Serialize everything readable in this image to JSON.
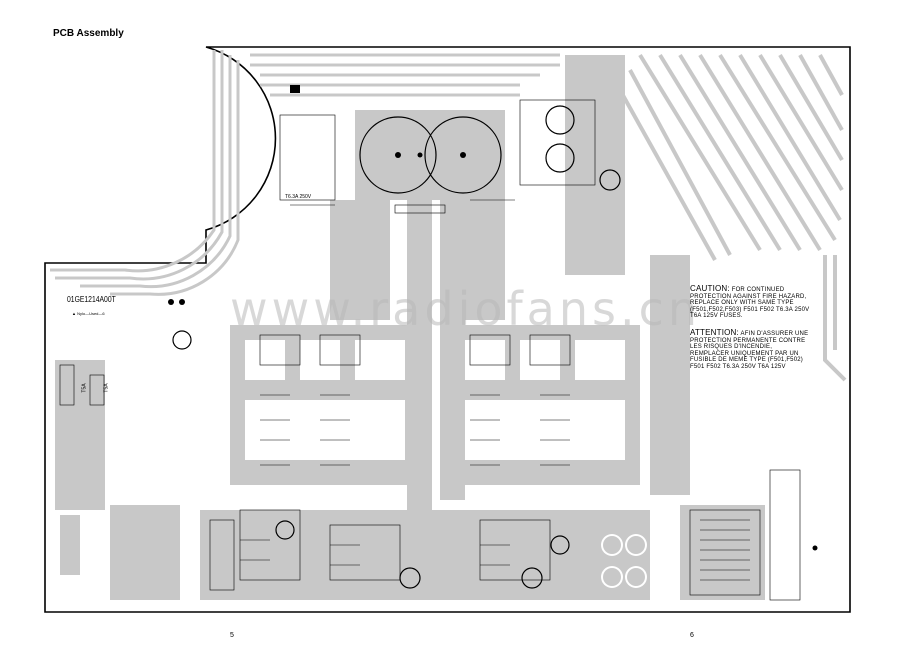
{
  "page": {
    "title": "PCB Assembly",
    "page_left": "5",
    "page_right": "6"
  },
  "board": {
    "part_code": "01GE1214A00T",
    "sub_label": "▲ Nylo—Used—6",
    "watermark": "www.radiofans.cn",
    "caution_heading": "CAUTION:",
    "caution_body": "FOR CONTINUED PROTECTION AGAINST FIRE HAZARD, REPLACE ONLY WITH SAME TYPE (F501,F502,F503) F501 F502 T6.3A 250V T6A 125V FUSES.",
    "attention_heading": "ATTENTION:",
    "attention_body": "AFIN D'ASSURER UNE PROTECTION PERMANENTE CONTRE LES RISQUES D'INCENDIE, REMPLACER UNIQUEMENT PAR UN FUSIBLE DE MEME TYPE (F501,F502) F501 F502 T6.3A 250V T6A 125V",
    "fuse_rating": "T6.3A 250V",
    "fuse_left_a": "T5A",
    "fuse_left_b": "T5A"
  },
  "colors": {
    "trace": "#c4c4c4",
    "outline": "#000000",
    "background": "#ffffff"
  }
}
